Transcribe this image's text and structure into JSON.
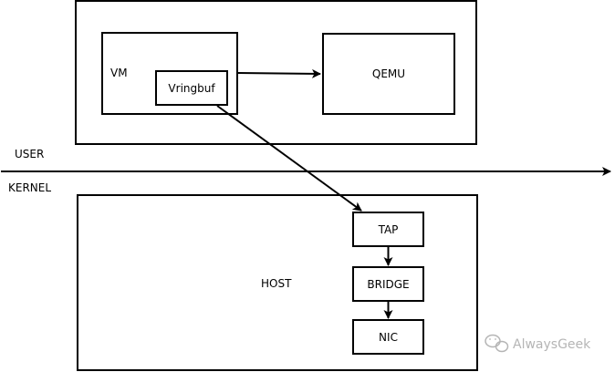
{
  "labels": {
    "vm": "VM",
    "vringbuf": "Vringbuf",
    "qemu": "QEMU",
    "user": "USER",
    "kernel": "KERNEL",
    "host": "HOST",
    "tap": "TAP",
    "bridge": "BRIDGE",
    "nic": "NIC"
  },
  "watermark": {
    "text": "AlwaysGeek",
    "icon": "wechat-icon"
  },
  "colors": {
    "stroke": "#000000",
    "background": "#ffffff",
    "watermark": "#b5b5b5"
  }
}
